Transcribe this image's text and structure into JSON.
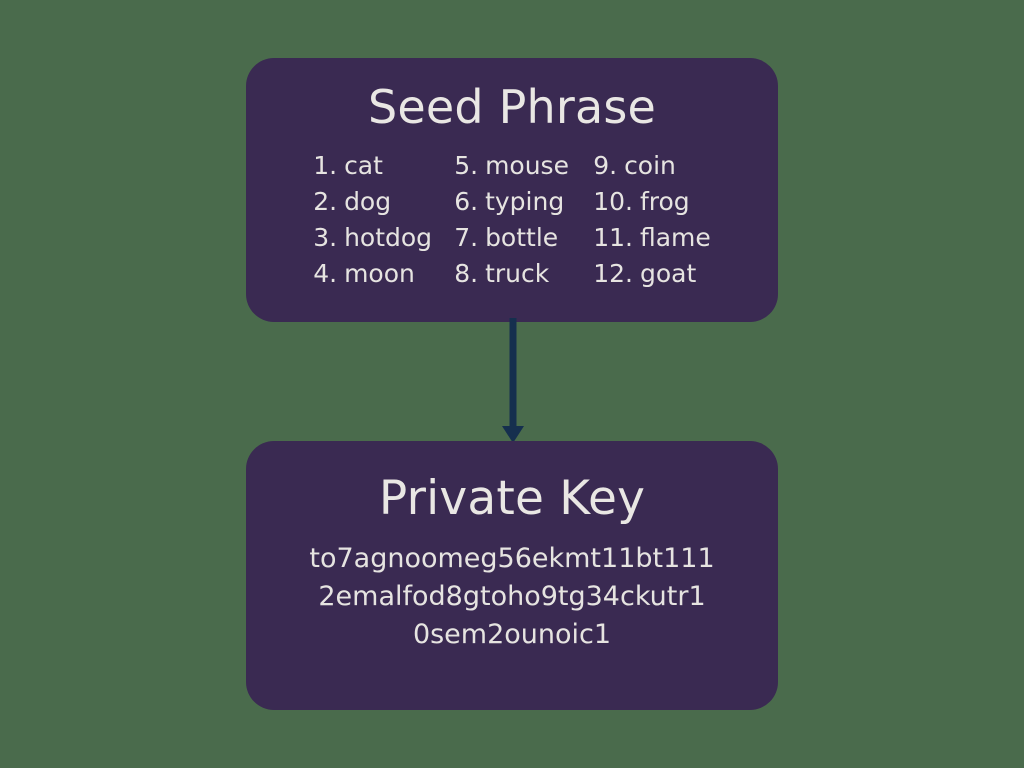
{
  "canvas": {
    "background_color": "#4a6b4c",
    "node_fill_color": "#3a2a52",
    "text_color": "#e8e6e3",
    "arrow_color": "#152f4e"
  },
  "seed_node": {
    "title": "Seed Phrase",
    "words": [
      {
        "number": "1.",
        "word": "cat"
      },
      {
        "number": "5.",
        "word": "mouse"
      },
      {
        "number": "9.",
        "word": "coin"
      },
      {
        "number": "2.",
        "word": "dog"
      },
      {
        "number": "6.",
        "word": "typing"
      },
      {
        "number": "10.",
        "word": "frog"
      },
      {
        "number": "3.",
        "word": "hotdog"
      },
      {
        "number": "7.",
        "word": "bottle"
      },
      {
        "number": "11.",
        "word": "flame"
      },
      {
        "number": "4.",
        "word": "moon"
      },
      {
        "number": "8.",
        "word": "truck"
      },
      {
        "number": "12.",
        "word": "goat"
      }
    ]
  },
  "arrow": {
    "icon": "down-arrow-icon",
    "direction": "down",
    "from": "Seed Phrase",
    "to": "Private Key"
  },
  "key_node": {
    "title": "Private Key",
    "lines": [
      "to7agnoomeg56ekmt11bt111",
      "2emalfod8gtoho9tg34ckutr1",
      "0sem2ounoic1"
    ]
  }
}
